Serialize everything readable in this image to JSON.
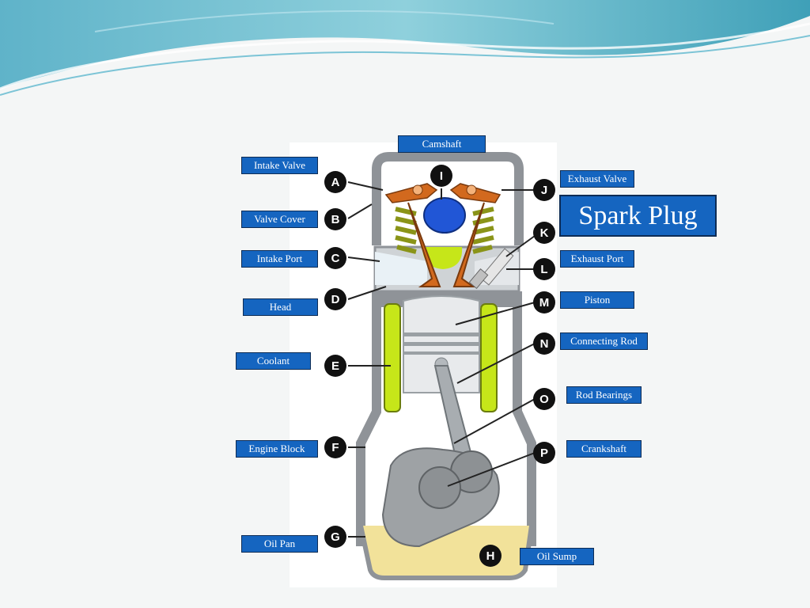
{
  "diagram": {
    "callout": "Spark Plug",
    "letters": [
      "A",
      "B",
      "C",
      "D",
      "E",
      "F",
      "G",
      "H",
      "I",
      "J",
      "K",
      "L",
      "M",
      "N",
      "O",
      "P"
    ],
    "labels": {
      "camshaft": "Camshaft",
      "intake_valve": "Intake Valve",
      "valve_cover": "Valve Cover",
      "intake_port": "Intake Port",
      "head": "Head",
      "coolant": "Coolant",
      "engine_block": "Engine Block",
      "oil_pan": "Oil Pan",
      "exhaust_valve": "Exhaust Valve",
      "exhaust_port": "Exhaust Port",
      "piston": "Piston",
      "connecting_rod": "Connecting Rod",
      "rod_bearings": "Rod Bearings",
      "crankshaft": "Crankshaft",
      "oil_sump": "Oil Sump"
    }
  },
  "colors": {
    "label_fill": "#1565c0",
    "coolant": "#c6e619",
    "valve_parts": "#d2691e",
    "camshaft_lobe": "#2156d6",
    "oil": "#f2e29a",
    "block": "#9ea2a5"
  }
}
